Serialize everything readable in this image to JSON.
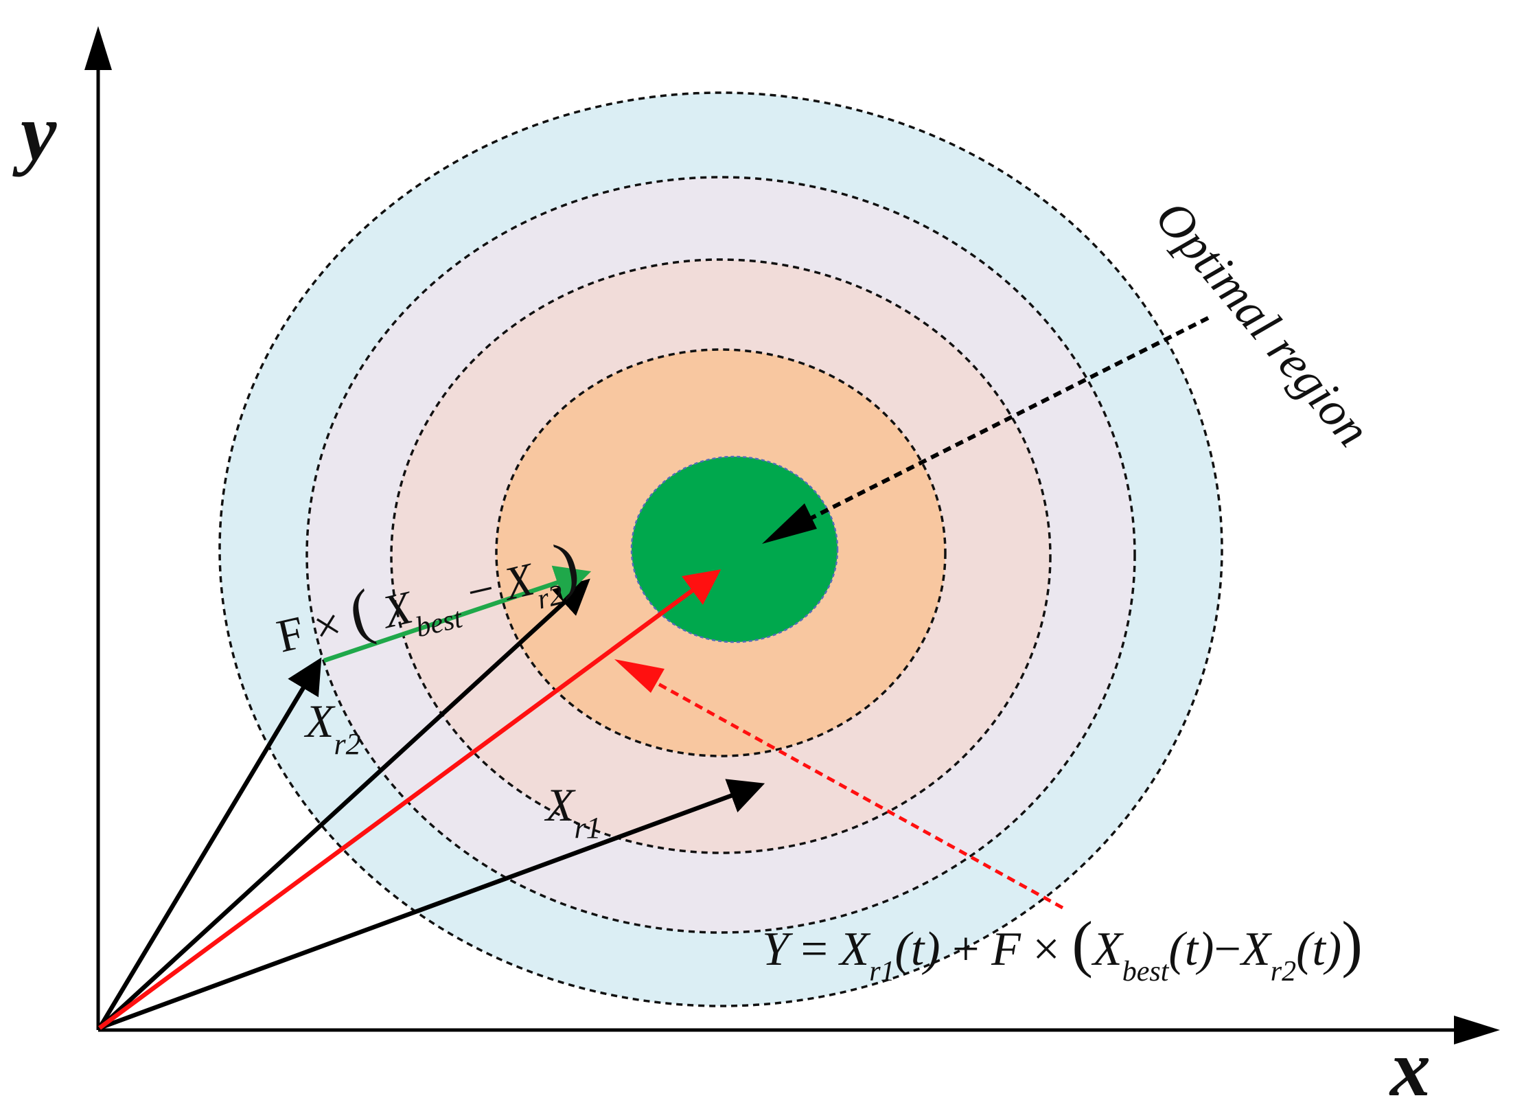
{
  "axes": {
    "x_label": "x",
    "y_label": "y"
  },
  "region_label": "Optimal region",
  "vectors": {
    "x_r1": {
      "base": "X",
      "sub": "r1"
    },
    "x_r2": {
      "base": "X",
      "sub": "r2"
    }
  },
  "scaled_difference": {
    "prefix": "F ×",
    "open_paren": "(",
    "term1_base": "X",
    "term1_sub": "best",
    "minus": "−",
    "term2_base": "X",
    "term2_sub": "r2",
    "close_paren": ")"
  },
  "formula": {
    "lhs": "Y",
    "equals": "=",
    "t1_base": "X",
    "t1_sub": "r1",
    "t1_arg": "(t)",
    "plus": "+",
    "factor": "F",
    "times": "×",
    "open_paren": "(",
    "t2_base": "X",
    "t2_sub": "best",
    "t2_arg": "(t)",
    "minus": "−",
    "t3_base": "X",
    "t3_sub": "r2",
    "t3_arg": "(t)",
    "close_paren": ")"
  },
  "colors": {
    "ring_outer": "#dbeef4",
    "ring_second": "#ebe7ef",
    "ring_third": "#f1dcd9",
    "ring_inner": "#f8c7a0",
    "optimum": "#00a84d",
    "optimum_border": "#4f6db8",
    "black_vector": "#000000",
    "red_vector": "#ff1010",
    "green_vector": "#1fa84a"
  }
}
